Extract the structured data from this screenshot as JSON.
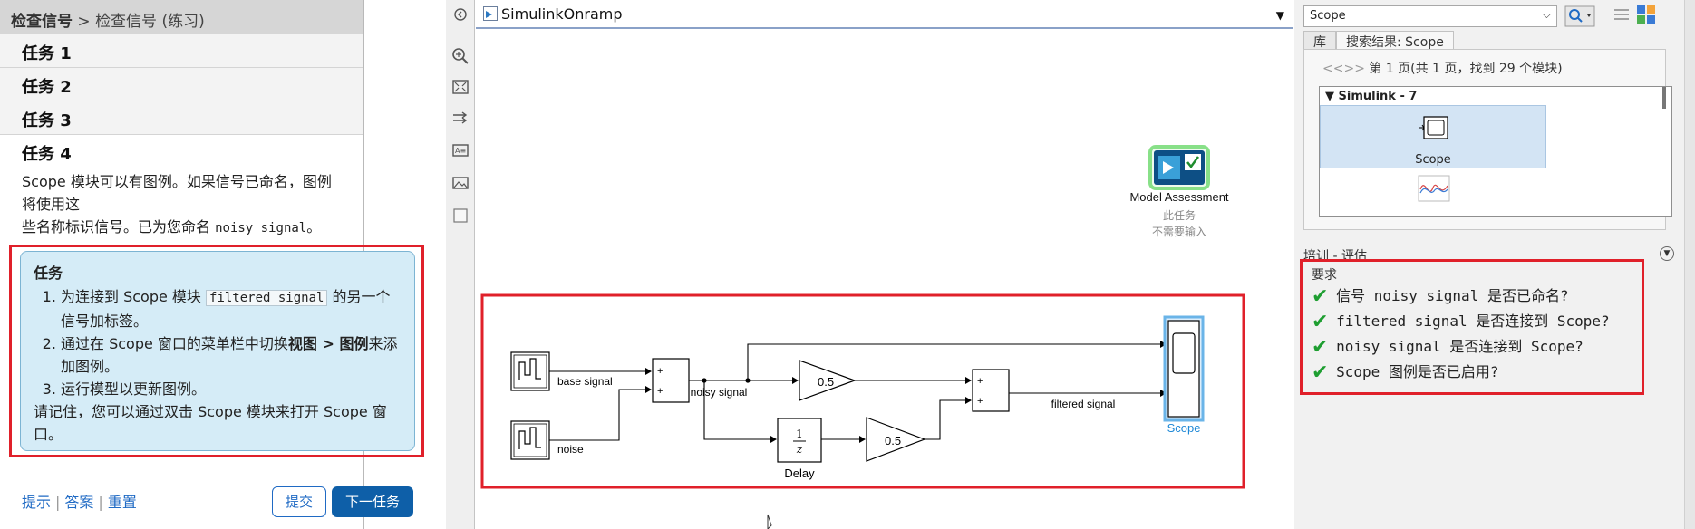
{
  "breadcrumb": {
    "current": "检查信号",
    "separator": " > ",
    "lesson": "检查信号 (练习)"
  },
  "tasks": [
    {
      "label": "任务 1"
    },
    {
      "label": "任务 2"
    },
    {
      "label": "任务 3"
    },
    {
      "label": "任务 4"
    }
  ],
  "task4": {
    "intro_1": "Scope 模块可以有图例。如果信号已命名，图例将使用这",
    "intro_2": "些名称标识信号。已为您命名 ",
    "intro_code": "noisy signal",
    "intro_end": "。",
    "box_title": "任务",
    "step1_a": "为连接到 Scope 模块 ",
    "step1_code": "filtered signal",
    "step1_b": " 的另一个信号加标签。",
    "step2_a": "通过在 Scope 窗口的菜单栏中切换",
    "step2_bold": "视图 > 图例",
    "step2_b": "来添加图例。",
    "step3": "运行模型以更新图例。",
    "note": "请记住，您可以通过双击 Scope 模块来打开 Scope 窗口。"
  },
  "footer": {
    "hint": "提示",
    "answer": "答案",
    "reset": "重置",
    "submit": "提交",
    "next": "下一任务"
  },
  "model": {
    "name": "SimulinkOnramp",
    "assessment_label": "Model Assessment",
    "assessment_note_1": "此任务",
    "assessment_note_2": "不需要输入",
    "labels": {
      "base_signal": "base signal",
      "noise": "noise",
      "noisy_signal": "noisy signal",
      "filtered_signal": "filtered signal",
      "gain1": "0.5",
      "gain2": "0.5",
      "delay": "Delay",
      "delay_num": "1",
      "delay_den": "z",
      "scope": "Scope",
      "plus": "+"
    }
  },
  "library": {
    "search_value": "Scope",
    "tab_lib": "库",
    "tab_results": "搜索结果: Scope",
    "nav": "<<>>",
    "page_info": "第 1 页(共 1 页，找到 29 个模块)",
    "group": "▼ Simulink - 7",
    "item_scope": "Scope"
  },
  "assessment": {
    "title": "培训 - 评估",
    "toggle": "▼",
    "req_title": "要求",
    "checks": [
      "信号 noisy signal 是否已命名?",
      "filtered signal 是否连接到 Scope?",
      "noisy signal 是否连接到 Scope?",
      "Scope 图例是否已启用?"
    ]
  },
  "colors": {
    "accent": "#0e5fa8",
    "highlight_red": "#e0202a",
    "check_green": "#1e9e31",
    "scope_blue": "#1e88d6"
  }
}
